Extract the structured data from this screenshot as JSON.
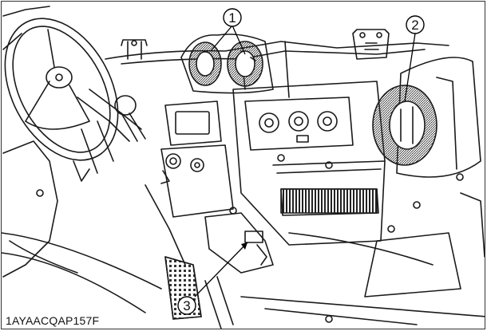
{
  "figure": {
    "code": "1AYAACQAP157F",
    "callouts": [
      {
        "id": "callout-1",
        "label": "1"
      },
      {
        "id": "callout-2",
        "label": "2"
      },
      {
        "id": "callout-3",
        "label": "3"
      }
    ]
  },
  "colors": {
    "line": "#1a1a1a",
    "shade": "#555555",
    "background": "#ffffff"
  }
}
